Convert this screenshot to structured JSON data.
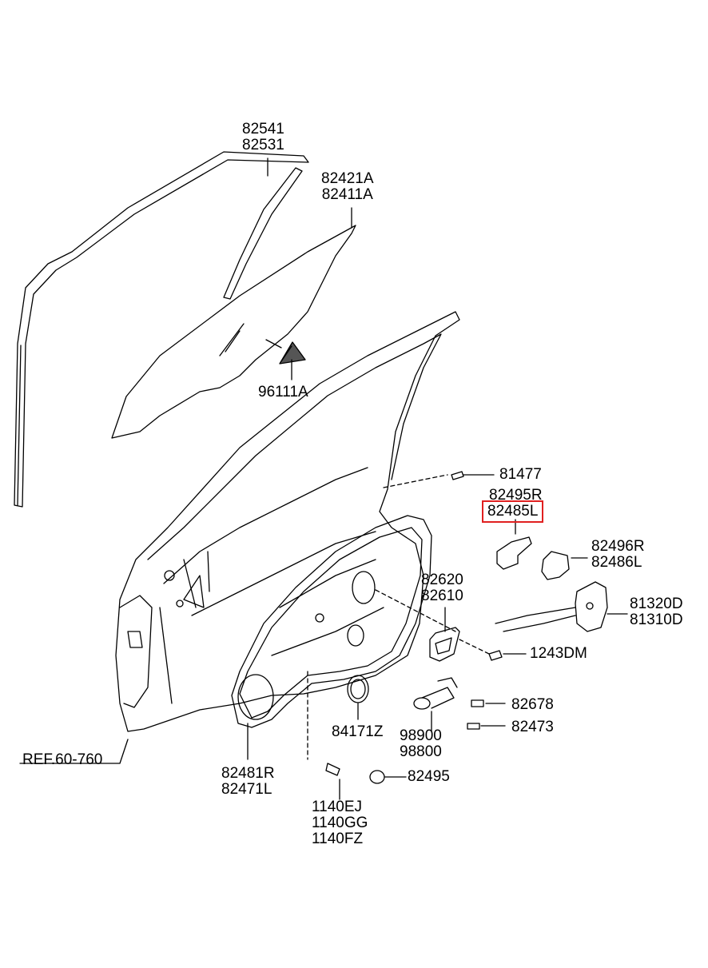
{
  "diagram": {
    "highlight_color": "#e02020",
    "labels": {
      "glass_run": [
        "82541",
        "82531"
      ],
      "door_glass": [
        "82421A",
        "82411A"
      ],
      "emblem": [
        "96111A"
      ],
      "bolt_81477": [
        "81477"
      ],
      "bracket_r": [
        "82495R"
      ],
      "bracket_l": [
        "82485L"
      ],
      "latch_bracket": [
        "82496R",
        "82486L"
      ],
      "handle": [
        "82620",
        "82610"
      ],
      "latch": [
        "81320D",
        "81310D"
      ],
      "screw_1243": [
        "1243DM"
      ],
      "bolt_82678": [
        "82678"
      ],
      "screw_82473": [
        "82473"
      ],
      "plug": [
        "84171Z"
      ],
      "motor": [
        "98900",
        "98800"
      ],
      "ref": [
        "REF.60-760"
      ],
      "module": [
        "82481R",
        "82471L"
      ],
      "ring": [
        "82495"
      ],
      "bolts": [
        "1140EJ",
        "1140GG",
        "1140FZ"
      ]
    }
  }
}
